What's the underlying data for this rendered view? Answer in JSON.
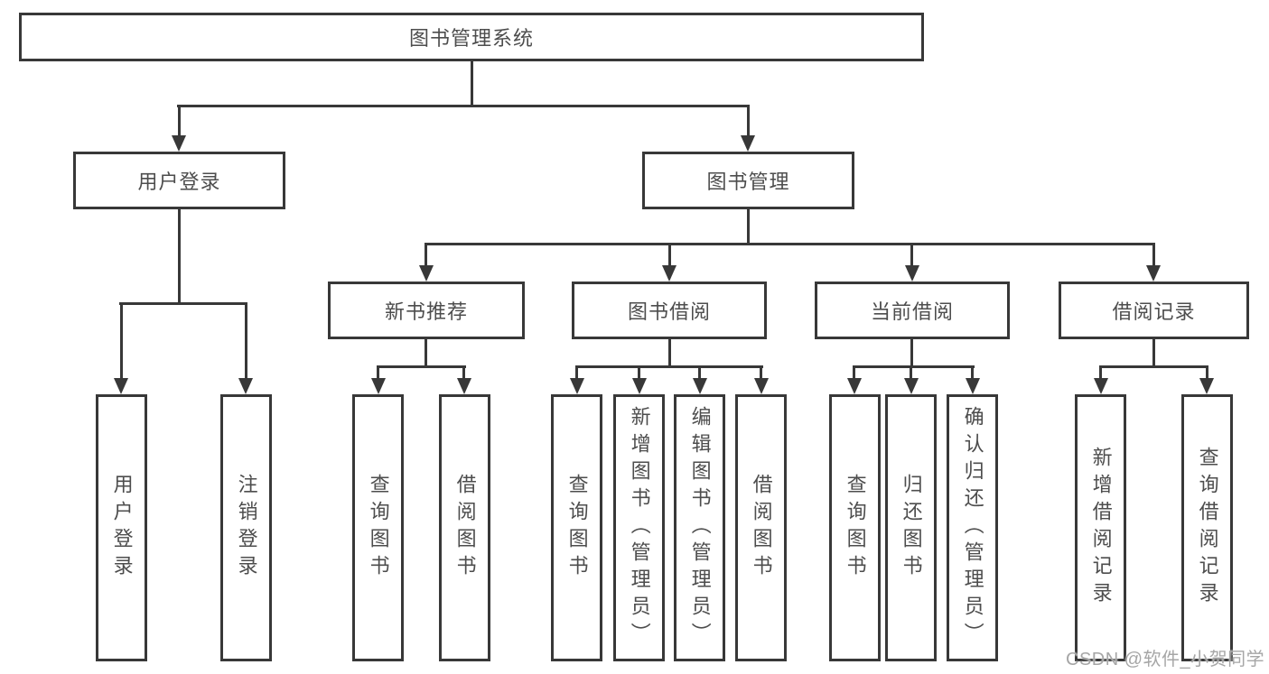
{
  "diagram": {
    "root": {
      "label": "图书管理系统"
    },
    "branches": [
      {
        "label": "用户登录",
        "children": [
          {
            "label": "用户登录"
          },
          {
            "label": "注销登录"
          }
        ]
      },
      {
        "label": "图书管理",
        "children": [
          {
            "label": "新书推荐",
            "children": [
              {
                "label": "查询图书"
              },
              {
                "label": "借阅图书"
              }
            ]
          },
          {
            "label": "图书借阅",
            "children": [
              {
                "label": "查询图书"
              },
              {
                "label": "新增图书（管理员）"
              },
              {
                "label": "编辑图书（管理员）"
              },
              {
                "label": "借阅图书"
              }
            ]
          },
          {
            "label": "当前借阅",
            "children": [
              {
                "label": "查询图书"
              },
              {
                "label": "归还图书"
              },
              {
                "label": "确认归还（管理员）"
              }
            ]
          },
          {
            "label": "借阅记录",
            "children": [
              {
                "label": "新增借阅记录"
              },
              {
                "label": "查询借阅记录"
              }
            ]
          }
        ]
      }
    ],
    "watermark": "CSDN @软件_小贺同学",
    "colors": {
      "line": "#383838",
      "text": "#4d4d4d",
      "watermark": "#a6a6a6",
      "box_background": "#ffffff"
    }
  }
}
